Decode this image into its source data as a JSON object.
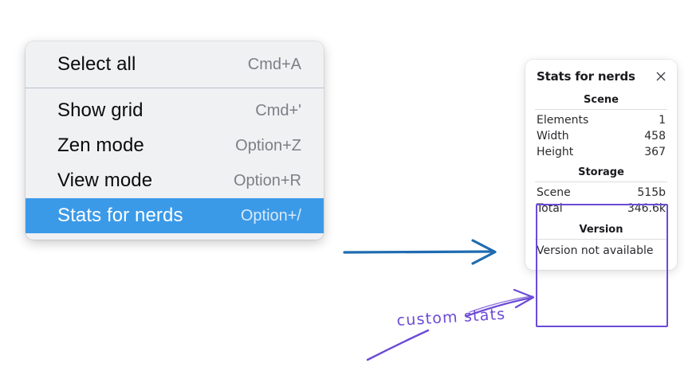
{
  "colors": {
    "menu_background": "#f0f1f3",
    "menu_highlight": "#3b9ae8",
    "annotation_purple": "#6c4ad6",
    "arrow_blue": "#1f6bb0",
    "panel_background": "#ffffff"
  },
  "context_menu": {
    "groups": [
      {
        "items": [
          {
            "label": "Select all",
            "accel": "Cmd+A",
            "selected": false
          }
        ]
      },
      {
        "items": [
          {
            "label": "Show grid",
            "accel": "Cmd+'",
            "selected": false
          },
          {
            "label": "Zen mode",
            "accel": "Option+Z",
            "selected": false
          },
          {
            "label": "View mode",
            "accel": "Option+R",
            "selected": false
          },
          {
            "label": "Stats for nerds",
            "accel": "Option+/",
            "selected": true
          }
        ]
      }
    ]
  },
  "stats_panel": {
    "title": "Stats for nerds",
    "close_icon": "close-icon",
    "sections": [
      {
        "title": "Scene",
        "rows": [
          {
            "key": "Elements",
            "value": "1"
          },
          {
            "key": "Width",
            "value": "458"
          },
          {
            "key": "Height",
            "value": "367"
          }
        ]
      },
      {
        "title": "Storage",
        "rows": [
          {
            "key": "Scene",
            "value": "515b"
          },
          {
            "key": "Total",
            "value": "346.6k"
          }
        ]
      },
      {
        "title": "Version",
        "text": "Version not available"
      }
    ]
  },
  "annotations": {
    "custom_stats_label": "custom stats",
    "blue_arrow": "arrow-right-icon",
    "purple_arrow": "arrow-pointer-icon"
  }
}
